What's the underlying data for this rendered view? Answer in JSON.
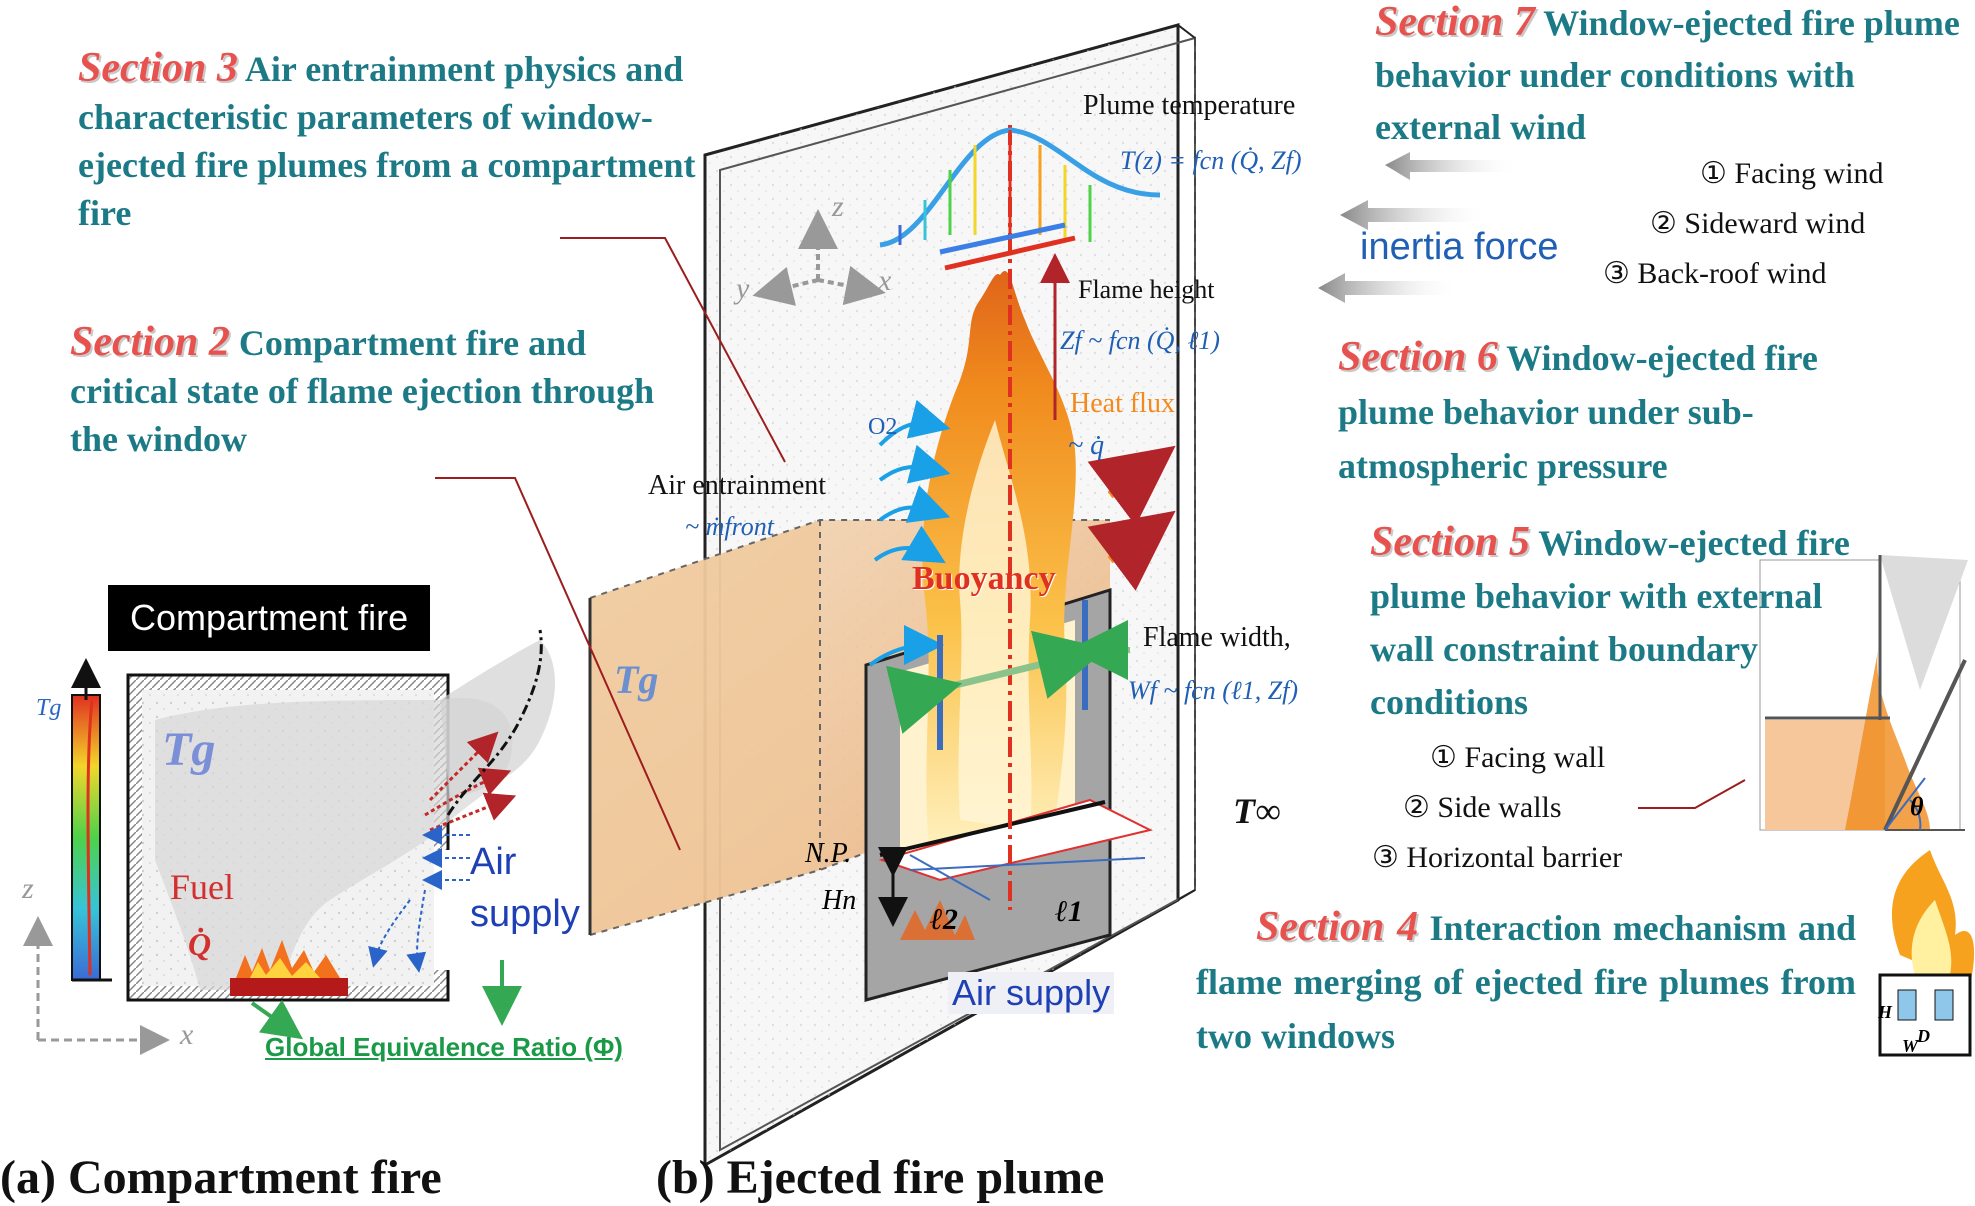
{
  "sections": {
    "s7": {
      "num": "Section 7",
      "text": "Window-ejected fire plume behavior under conditions with external wind",
      "items": [
        "① Facing wind",
        "② Sideward wind",
        "③ Back-roof wind"
      ],
      "force": "inertia force"
    },
    "s3": {
      "num": "Section 3",
      "text": "Air entrainment physics and characteristic parameters of window-ejected fire plumes from a compartment fire"
    },
    "s2": {
      "num": "Section 2",
      "text": "Compartment fire and critical state of flame ejection through the window"
    },
    "s6": {
      "num": "Section  6",
      "text": "Window-ejected fire plume behavior under sub-atmospheric pressure"
    },
    "s5": {
      "num": "Section 5",
      "text": "Window-ejected fire plume behavior with external wall constraint boundary conditions",
      "items": [
        "① Facing wall",
        "② Side walls",
        "③ Horizontal barrier"
      ]
    },
    "s4": {
      "num": "Section 4",
      "text": "Interaction mechanism and flame merging of ejected fire plumes from two windows"
    }
  },
  "left_panel": {
    "title": "Compartment fire",
    "tg": "Tg",
    "fuel": "Fuel",
    "q": "Q̇",
    "air_supply": "Air supply",
    "axis_z": "z",
    "axis_x": "x",
    "ger": "Global Equivalence Ratio (Φ)"
  },
  "plume": {
    "temp_title": "Plume temperature",
    "temp_eq": "T(z) = fcn (Q̇, Zf)",
    "flame_height": "Flame height",
    "flame_height_eq": "Zf ~ fcn (Q̇, ℓ1)",
    "heat_flux": "Heat flux",
    "heat_flux_sym": "~ q̇",
    "o2": "O2",
    "air_entrainment": "Air entrainment",
    "air_entrainment_sym": "~ ṁfront",
    "buoyancy": "Buoyancy",
    "flame_width": "Flame width,",
    "flame_width_eq": "Wf ~ fcn (ℓ1, Zf)",
    "t_inf": "T∞",
    "np": "N.P.",
    "hn": "Hn",
    "l1": "ℓ1",
    "l2": "ℓ2",
    "air_supply": "Air supply",
    "tg": "Tg",
    "axes": {
      "z": "z",
      "y": "y",
      "x": "x"
    }
  },
  "s4_fig": {
    "h": "H",
    "d": "D",
    "w": "W"
  },
  "s5_fig": {
    "theta": "θ"
  },
  "captions": {
    "a": "(a) Compartment fire",
    "b": "(b) Ejected fire plume"
  }
}
